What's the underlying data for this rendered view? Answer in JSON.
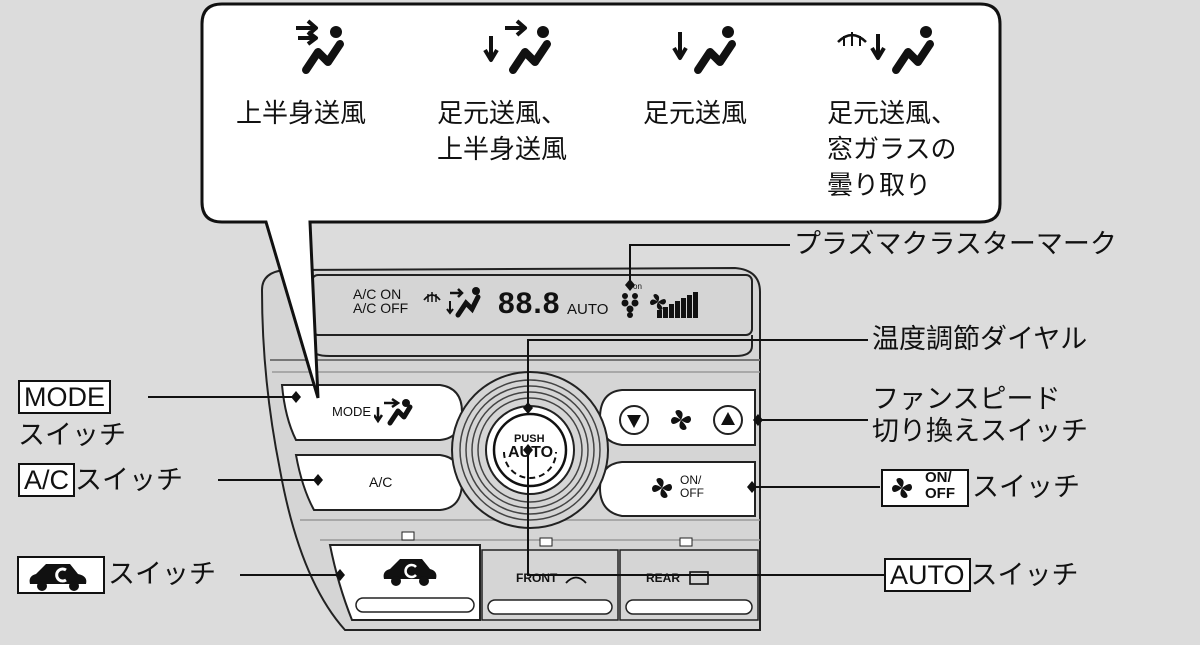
{
  "modes": [
    {
      "icon": "upper-body-vent-icon",
      "label_lines": [
        "上半身送風"
      ]
    },
    {
      "icon": "upper-and-foot-vent-icon",
      "label_lines": [
        "足元送風、",
        "上半身送風"
      ]
    },
    {
      "icon": "foot-vent-icon",
      "label_lines": [
        "足元送風"
      ]
    },
    {
      "icon": "foot-and-defrost-icon",
      "label_lines": [
        "足元送風、",
        "窓ガラスの",
        "曇り取り"
      ]
    }
  ],
  "display": {
    "ac_on": "A/C ON",
    "ac_off": "A/C OFF",
    "temp": "88.8",
    "auto": "AUTO",
    "plasma_on": "on"
  },
  "panel": {
    "mode_button": "MODE",
    "ac_button": "A/C",
    "push": "PUSH",
    "auto": "AUTO",
    "fan_on": "ON/",
    "fan_off": "OFF",
    "front": "FRONT",
    "rear": "REAR"
  },
  "callouts": {
    "plasma": "プラズマクラスターマーク",
    "temp_dial": "温度調節ダイヤル",
    "fan_speed_line1": "ファンスピード",
    "fan_speed_line2": "切り換えスイッチ",
    "fan_onoff_badge_on": "ON/",
    "fan_onoff_badge_off": "OFF",
    "fan_onoff_suffix": "スイッチ",
    "auto_badge": "AUTO",
    "auto_suffix": "スイッチ",
    "mode_badge": "MODE",
    "mode_line2": "スイッチ",
    "ac_badge": "A/C",
    "ac_suffix": "スイッチ",
    "recirc_suffix": "スイッチ"
  }
}
